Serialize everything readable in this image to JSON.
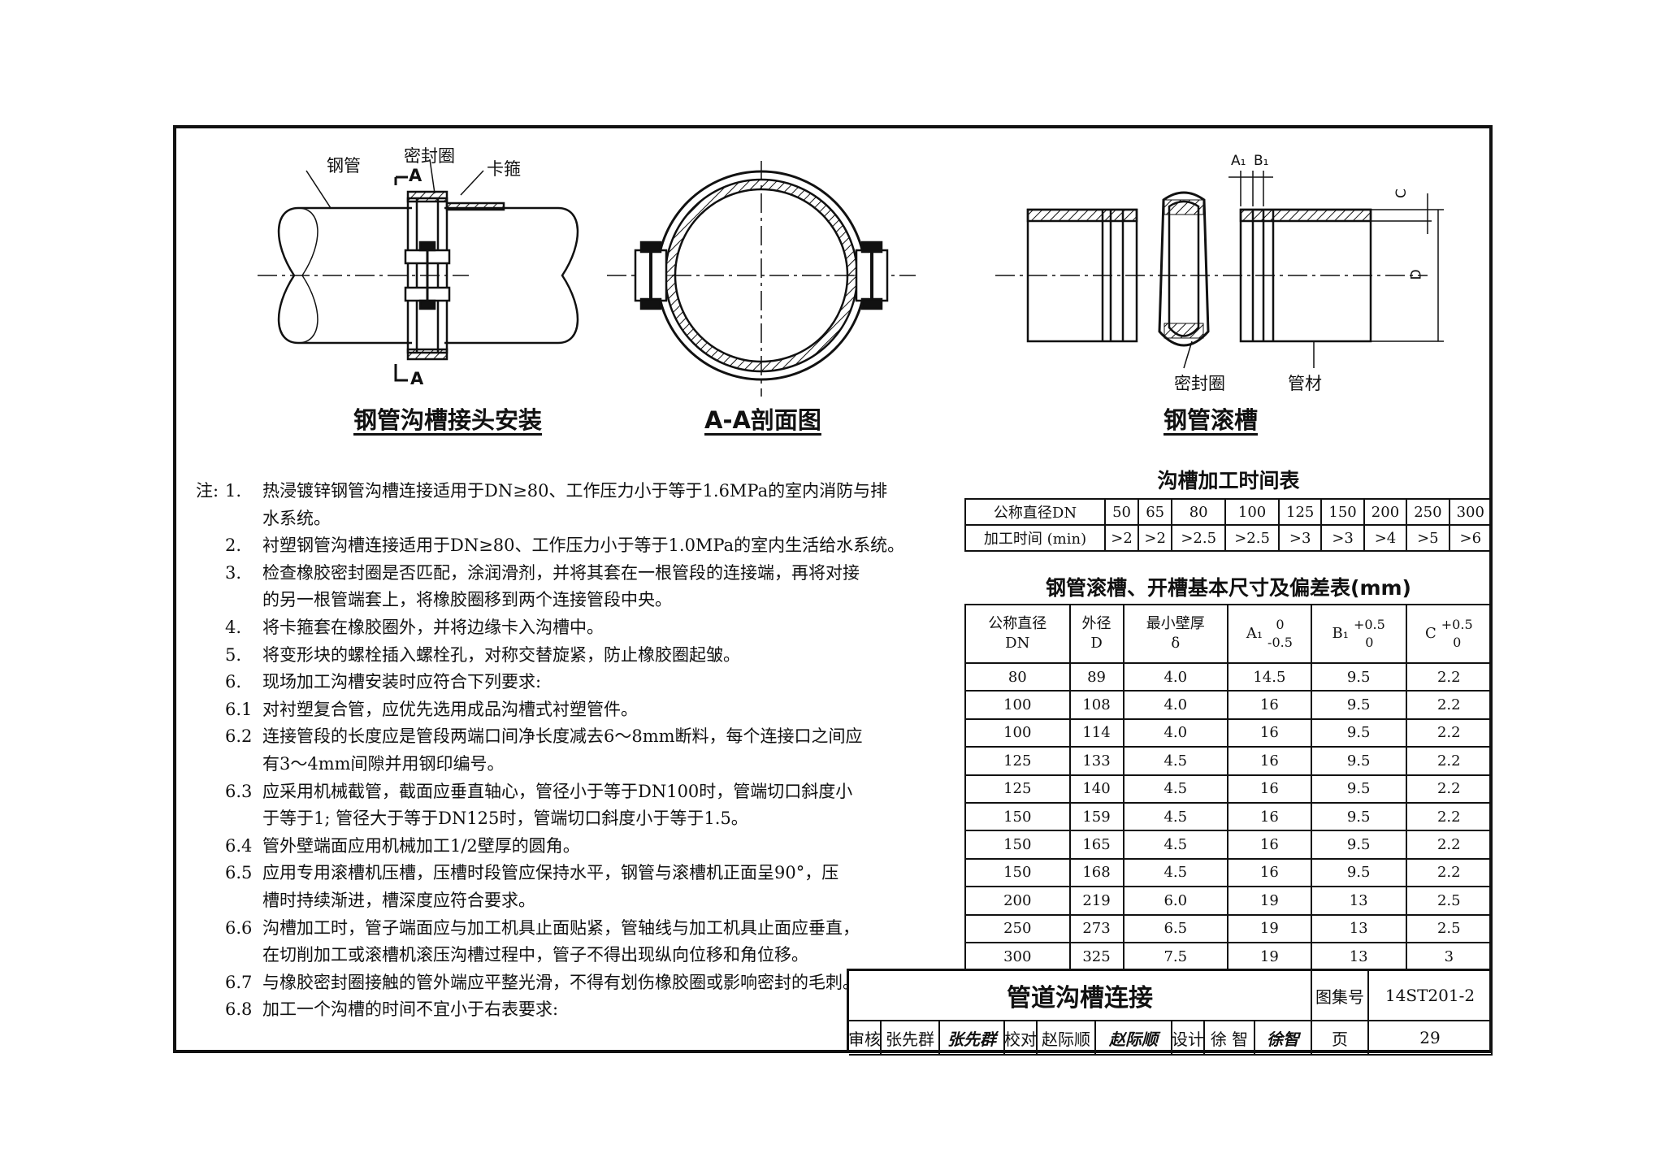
{
  "figures": {
    "joint": {
      "caption": "钢管沟槽接头安装",
      "label_pipe": "钢管",
      "label_seal": "密封圈",
      "label_clamp": "卡箍",
      "section_mark_top": "A",
      "section_mark_bottom": "A"
    },
    "section": {
      "caption": "A-A剖面图"
    },
    "groove": {
      "caption": "钢管滚槽",
      "label_seal": "密封圈",
      "label_pipe": "管材",
      "dim_a1": "A₁",
      "dim_b1": "B₁",
      "dim_c": "C",
      "dim_d": "D"
    }
  },
  "notes": {
    "prefix": "注:",
    "items": [
      {
        "num": "1.",
        "text": "热浸镀锌钢管沟槽连接适用于DN≥80、工作压力小于等于1.6MPa的室内消防与排"
      },
      {
        "num": "",
        "text": "水系统。"
      },
      {
        "num": "2.",
        "text": "衬塑钢管沟槽连接适用于DN≥80、工作压力小于等于1.0MPa的室内生活给水系统。"
      },
      {
        "num": "3.",
        "text": "检查橡胶密封圈是否匹配，涂润滑剂，并将其套在一根管段的连接端，再将对接"
      },
      {
        "num": "",
        "text": "的另一根管端套上，将橡胶圈移到两个连接管段中央。"
      },
      {
        "num": "4.",
        "text": "将卡箍套在橡胶圈外，并将边缘卡入沟槽中。"
      },
      {
        "num": "5.",
        "text": "将变形块的螺栓插入螺栓孔，对称交替旋紧，防止橡胶圈起皱。"
      },
      {
        "num": "6.",
        "text": "现场加工沟槽安装时应符合下列要求:"
      },
      {
        "num": "6.1",
        "text": "对衬塑复合管，应优先选用成品沟槽式衬塑管件。"
      },
      {
        "num": "6.2",
        "text": "连接管段的长度应是管段两端口间净长度减去6～8mm断料，每个连接口之间应"
      },
      {
        "num": "",
        "text": "有3～4mm间隙并用钢印编号。"
      },
      {
        "num": "6.3",
        "text": "应采用机械截管，截面应垂直轴心，管径小于等于DN100时，管端切口斜度小"
      },
      {
        "num": "",
        "text": "于等于1; 管径大于等于DN125时，管端切口斜度小于等于1.5。"
      },
      {
        "num": "6.4",
        "text": "管外壁端面应用机械加工1/2壁厚的圆角。"
      },
      {
        "num": "6.5",
        "text": "应用专用滚槽机压槽，压槽时段管应保持水平，钢管与滚槽机正面呈90°，压"
      },
      {
        "num": "",
        "text": "槽时持续渐进，槽深度应符合要求。"
      },
      {
        "num": "6.6",
        "text": "沟槽加工时，管子端面应与加工机具止面贴紧，管轴线与加工机具止面应垂直，"
      },
      {
        "num": "",
        "text": "在切削加工或滚槽机滚压沟槽过程中，管子不得出现纵向位移和角位移。"
      },
      {
        "num": "6.7",
        "text": "与橡胶密封圈接触的管外端应平整光滑，不得有划伤橡胶圈或影响密封的毛刺。"
      },
      {
        "num": "6.8",
        "text": "加工一个沟槽的时间不宜小于右表要求:"
      }
    ]
  },
  "time_table": {
    "title": "沟槽加工时间表",
    "row1_label": "公称直径DN",
    "row2_label": "加工时间 (min)",
    "dn": [
      "50",
      "65",
      "80",
      "100",
      "125",
      "150",
      "200",
      "250",
      "300"
    ],
    "time": [
      ">2",
      ">2",
      ">2.5",
      ">2.5",
      ">3",
      ">3",
      ">4",
      ">5",
      ">6"
    ]
  },
  "dim_table": {
    "title": "钢管滚槽、开槽基本尺寸及偏差表(mm)",
    "headers": [
      [
        "公称直径",
        "DN"
      ],
      [
        "外径",
        "D"
      ],
      [
        "最小壁厚",
        "δ"
      ],
      [
        "A₁",
        "0",
        "-0.5"
      ],
      [
        "B₁",
        "+0.5",
        "0"
      ],
      [
        "C",
        "+0.5",
        "0"
      ]
    ],
    "rows": [
      [
        "80",
        "89",
        "4.0",
        "14.5",
        "9.5",
        "2.2"
      ],
      [
        "100",
        "108",
        "4.0",
        "16",
        "9.5",
        "2.2"
      ],
      [
        "100",
        "114",
        "4.0",
        "16",
        "9.5",
        "2.2"
      ],
      [
        "125",
        "133",
        "4.5",
        "16",
        "9.5",
        "2.2"
      ],
      [
        "125",
        "140",
        "4.5",
        "16",
        "9.5",
        "2.2"
      ],
      [
        "150",
        "159",
        "4.5",
        "16",
        "9.5",
        "2.2"
      ],
      [
        "150",
        "165",
        "4.5",
        "16",
        "9.5",
        "2.2"
      ],
      [
        "150",
        "168",
        "4.5",
        "16",
        "9.5",
        "2.2"
      ],
      [
        "200",
        "219",
        "6.0",
        "19",
        "13",
        "2.5"
      ],
      [
        "250",
        "273",
        "6.5",
        "19",
        "13",
        "2.5"
      ],
      [
        "300",
        "325",
        "7.5",
        "19",
        "13",
        "3"
      ]
    ]
  },
  "title_block": {
    "title": "管道沟槽连接",
    "atlas_label": "图集号",
    "atlas_no": "14ST201-2",
    "review_label": "审核",
    "review_name": "张先群",
    "review_sig": "张先群",
    "check_label": "校对",
    "check_name": "赵际顺",
    "check_sig": "赵际顺",
    "design_label": "设计",
    "design_name": "徐 智",
    "design_sig": "徐智",
    "page_label": "页",
    "page_no": "29"
  }
}
